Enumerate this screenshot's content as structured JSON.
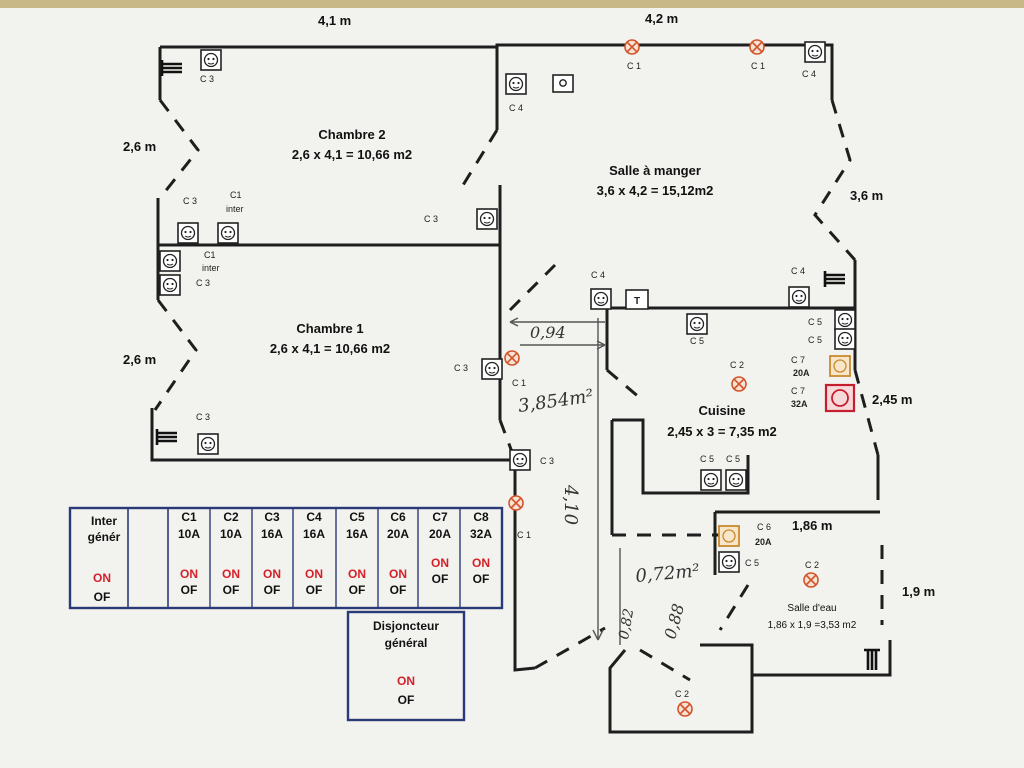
{
  "rooms": {
    "chambre2": {
      "name": "Chambre 2",
      "size": "2,6 x 4,1 =  10,66 m2"
    },
    "chambre1": {
      "name": "Chambre 1",
      "size": "2,6 x 4,1 = 10,66 m2"
    },
    "salle_manger": {
      "name": "Salle à manger",
      "size": "3,6 x 4,2 = 15,12m2"
    },
    "cuisine": {
      "name": "Cuisine",
      "size": "2,45 x 3 = 7,35 m2"
    },
    "salle_eau": {
      "name": "Salle d'eau",
      "size": "1,86 x 1,9 =3,53 m2"
    }
  },
  "dimensions": {
    "ch2_height": "2,6 m",
    "ch1_height": "2,6 m",
    "sam_height": "3,6 m",
    "cuisine_height": "2,45 m",
    "sde_width": "1,86 m",
    "sde_height": "1,9 m",
    "top_left": "4,1 m",
    "top_right": "4,2 m"
  },
  "handwritten": {
    "width_094": "0,94",
    "area_3854": "3,854m²",
    "length_410": "4,10",
    "area_072": "0,72m²",
    "w_082": "0,82",
    "w_088": "0,88"
  },
  "circuits": {
    "c1": "C 1",
    "c2": "C 2",
    "c3": "C 3",
    "c4": "C 4",
    "c5": "C 5",
    "c6": "C 6",
    "c7": "C 7",
    "c1_inter": "C1",
    "inter": "inter",
    "c6_amp": "20A",
    "c7_20": "20A",
    "c7_32": "32A",
    "t": "T"
  },
  "panel": {
    "inter_label": "Inter\ngénér",
    "columns": [
      {
        "name": "C1",
        "amp": "10A"
      },
      {
        "name": "C2",
        "amp": "10A"
      },
      {
        "name": "C3",
        "amp": "16A"
      },
      {
        "name": "C4",
        "amp": "16A"
      },
      {
        "name": "C5",
        "amp": "16A"
      },
      {
        "name": "C6",
        "amp": "20A"
      },
      {
        "name": "C7",
        "amp": "20A"
      },
      {
        "name": "C8",
        "amp": "32A"
      }
    ],
    "on": "ON",
    "off": "OF"
  },
  "disjoncteur": {
    "line1": "Disjoncteur",
    "line2": "général",
    "on": "ON",
    "off": "OF"
  },
  "colors": {
    "wall": "#1e1e1e",
    "on": "#d4202a",
    "light": "#d2542a",
    "outlet32": "#c41f2e",
    "panel_border": "#2a3a78"
  }
}
